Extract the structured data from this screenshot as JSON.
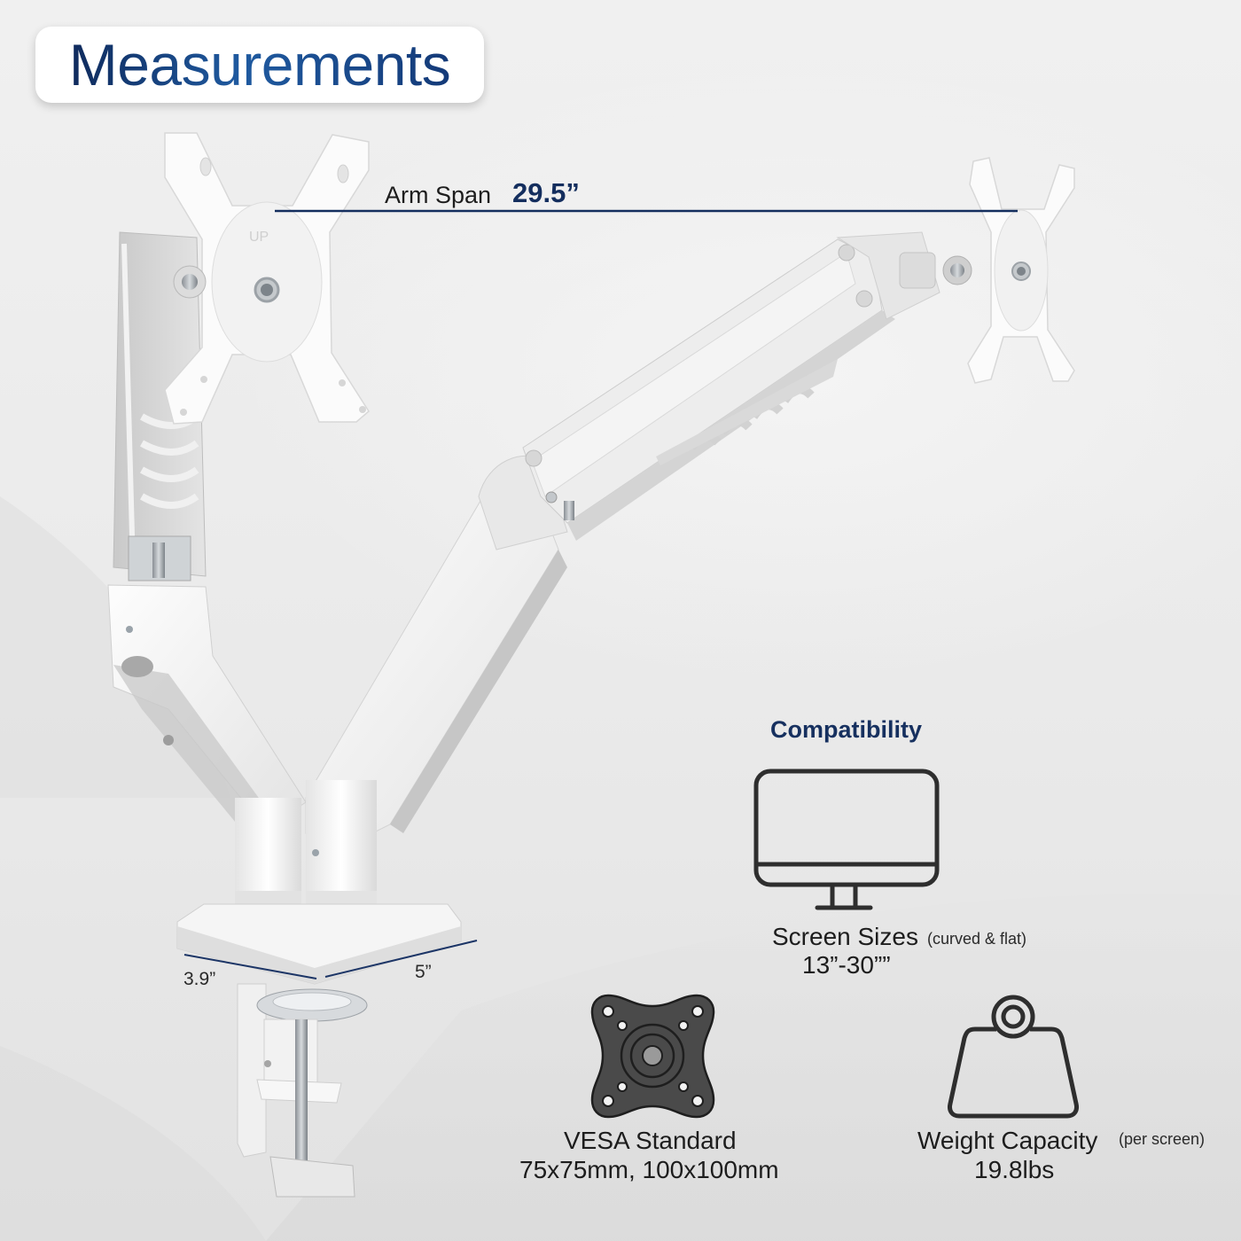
{
  "header": {
    "title": "Measurements"
  },
  "dimensions": {
    "arm_span": {
      "label": "Arm Span",
      "value": "29.5”"
    },
    "base_depth": {
      "value": "3.9”"
    },
    "base_width": {
      "value": "5”"
    }
  },
  "compatibility": {
    "title": "Compatibility",
    "screen_sizes": {
      "icon": "monitor-icon",
      "label": "Screen Sizes",
      "note": "(curved & flat)",
      "value": "13”-30””"
    },
    "vesa": {
      "icon": "vesa-plate-icon",
      "label": "VESA Standard",
      "value": "75x75mm, 100x100mm"
    },
    "weight": {
      "icon": "weight-icon",
      "label": "Weight Capacity",
      "note": "(per screen)",
      "value": "19.8lbs"
    }
  },
  "colors": {
    "accent_navy": "#142e5e",
    "title_blue": "#1f5aa0",
    "icon_dark": "#2e2e2e",
    "vesa_fill": "#4a4a4a",
    "product_white": "#f6f6f6"
  }
}
